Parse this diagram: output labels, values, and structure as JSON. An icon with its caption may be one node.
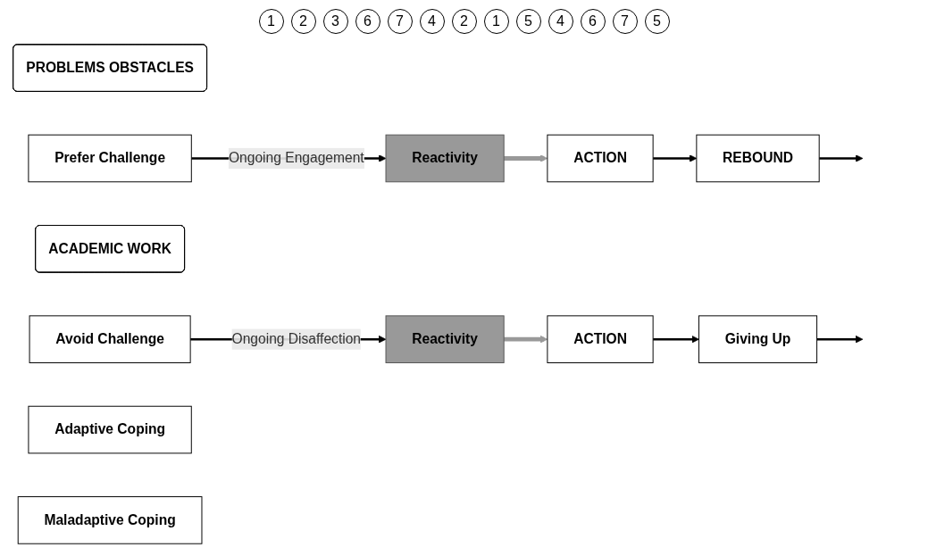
{
  "diagram": {
    "nodes": [
      {
        "text": [
          "PROBLEMS OBSTACLES"
        ]
      },
      {
        "text": [
          "Prefer Challenge"
        ]
      },
      {
        "text": [
          "ACADEMIC WORK"
        ]
      },
      {
        "text": [
          "Avoid Challenge"
        ]
      },
      {
        "text": [
          "REBOUND"
        ]
      },
      {
        "text": [
          "Reactivity"
        ]
      },
      {
        "text": [
          "Adaptive Coping"
        ]
      },
      {
        "text": [
          "ACTION"
        ]
      },
      {
        "text": [
          "Reactivity"
        ]
      },
      {
        "text": [
          "ACTION"
        ]
      },
      {
        "text": [
          "Giving Up"
        ]
      },
      {
        "text": [
          "Maladaptive Coping"
        ]
      }
    ],
    "edges": [
      {
        "from": 1,
        "to": 5,
        "arrow": "to",
        "label": "Ongoing Engagement"
      },
      {
        "from": 3,
        "to": 8,
        "arrow": "to",
        "label": "Ongoing Disaffection"
      },
      {
        "from": 5,
        "to": 7,
        "arrow": "to",
        "style": "thick",
        "color": "#999999"
      },
      {
        "from": 8,
        "to": 9,
        "arrow": "to",
        "style": "thick",
        "color": "#999999"
      },
      {
        "from": 7,
        "to": 4,
        "arrow": "to"
      },
      {
        "from": 9,
        "to": 10,
        "arrow": "to"
      },
      {
        "from": 4,
        "to": null,
        "arrow": "to"
      },
      {
        "from": 10,
        "to": null,
        "arrow": "to"
      }
    ],
    "labels": [
      "1",
      "2",
      "3",
      "6",
      "7",
      "4",
      "2",
      "1",
      "5",
      "4",
      "6",
      "7",
      "5"
    ]
  }
}
